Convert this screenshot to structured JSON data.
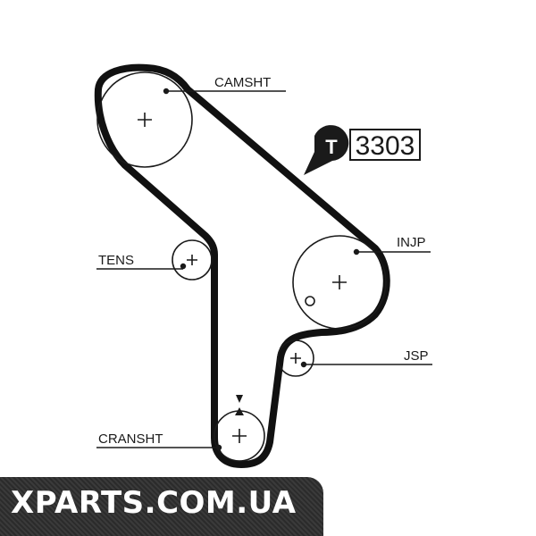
{
  "labels": {
    "camshaft": "CAMSHT",
    "tensioner": "TENS",
    "injection_pump": "INJP",
    "jsp": "JSP",
    "crankshaft": "CRANSHT"
  },
  "badge": {
    "letter": "T",
    "number": "3303"
  },
  "watermark": {
    "text": "XPARTS.COM.UA"
  },
  "colors": {
    "belt": "#111111",
    "line": "#1a1a1a",
    "watermark_bg": "#333333",
    "watermark_text": "#ffffff"
  }
}
